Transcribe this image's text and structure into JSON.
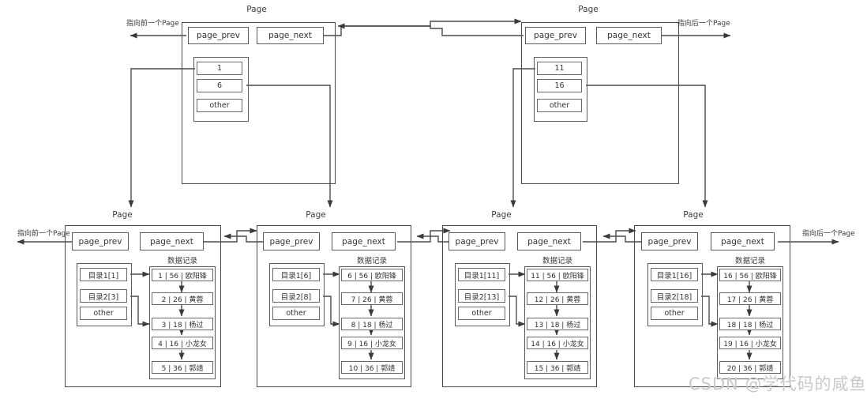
{
  "diagram": {
    "title_caption": "Page",
    "record_group_caption": "数据记录",
    "pointer_prev_label": "page_prev",
    "pointer_next_label": "page_next",
    "other_label": "other",
    "edge_label_prev": "指向前一个Page",
    "edge_label_next": "指向后一个Page",
    "watermark": "CSDN @学代码的咸鱼"
  },
  "index_pages": [
    {
      "id": "index-page-left",
      "caption": "Page",
      "prev": "page_prev",
      "next": "page_next",
      "slots": [
        "1",
        "6",
        "other"
      ]
    },
    {
      "id": "index-page-right",
      "caption": "Page",
      "prev": "page_prev",
      "next": "page_next",
      "slots": [
        "11",
        "16",
        "other"
      ]
    }
  ],
  "leaf_pages": [
    {
      "id": "leaf-page-1",
      "caption": "Page",
      "prev": "page_prev",
      "next": "page_next",
      "records_caption": "数据记录",
      "slots": [
        "目录1[1]",
        "目录2[3]",
        "other"
      ],
      "records": [
        "1 | 56 | 欧阳锋",
        "2 | 26 | 黄蓉",
        "3 | 18 | 杨过",
        "4 | 16 | 小龙女",
        "5 | 36 | 郭靖"
      ]
    },
    {
      "id": "leaf-page-2",
      "caption": "Page",
      "prev": "page_prev",
      "next": "page_next",
      "records_caption": "数据记录",
      "slots": [
        "目录1[6]",
        "目录2[8]",
        "other"
      ],
      "records": [
        "6 | 56 | 欧阳锋",
        "7 | 26 | 黄蓉",
        "8 | 18 | 杨过",
        "9 | 16 | 小龙女",
        "10 | 36 | 郭靖"
      ]
    },
    {
      "id": "leaf-page-3",
      "caption": "Page",
      "prev": "page_prev",
      "next": "page_next",
      "records_caption": "数据记录",
      "slots": [
        "目录1[11]",
        "目录2[13]",
        "other"
      ],
      "records": [
        "11 | 56 | 欧阳锋",
        "12 | 26 | 黄蓉",
        "13 | 18 | 杨过",
        "14 | 16 | 小龙女",
        "15 | 36 | 郭靖"
      ]
    },
    {
      "id": "leaf-page-4",
      "caption": "Page",
      "prev": "page_prev",
      "next": "page_next",
      "records_caption": "数据记录",
      "slots": [
        "目录1[16]",
        "目录2[18]",
        "other"
      ],
      "records": [
        "16 | 56 | 欧阳锋",
        "17 | 26 | 黄蓉",
        "18 | 18 | 杨过",
        "19 | 16 | 小龙女",
        "20 | 36 | 郭靖"
      ]
    }
  ],
  "colors": {
    "stroke": "#5a5a5a",
    "text": "#333333",
    "watermark": "#c9c9c9",
    "background": "#ffffff"
  }
}
